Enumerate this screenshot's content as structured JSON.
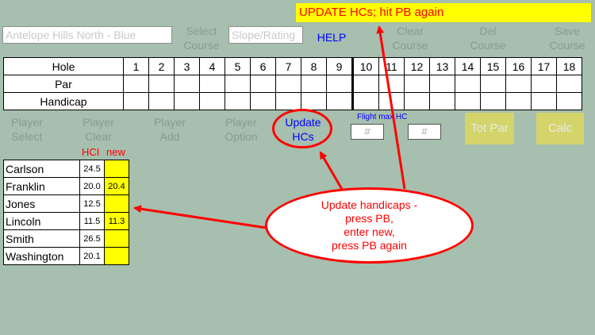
{
  "banner": "UPDATE HCs; hit PB again",
  "course_input": "Antelope Hills North - Blue",
  "select_course": [
    "Select",
    "Course"
  ],
  "slope_placeholder": "Slope/Rating",
  "help": "HELP",
  "clear_course": [
    "Clear",
    "Course"
  ],
  "del_course": [
    "Del",
    "Course"
  ],
  "save_course": [
    "Save",
    "Course"
  ],
  "holes": {
    "row_labels": [
      "Hole",
      "Par",
      "Handicap"
    ],
    "numbers": [
      "1",
      "2",
      "3",
      "4",
      "5",
      "6",
      "7",
      "8",
      "9",
      "10",
      "11",
      "12",
      "13",
      "14",
      "15",
      "16",
      "17",
      "18"
    ]
  },
  "player_buttons": {
    "select": [
      "Player",
      "Select"
    ],
    "clear": [
      "Player",
      "Clear"
    ],
    "add": [
      "Player",
      "Add"
    ],
    "option": [
      "Player",
      "Option"
    ]
  },
  "update_hcs": [
    "Update",
    "HCs"
  ],
  "flight_max_hc": "Flight max HC",
  "hash1": "#",
  "hash2": "#",
  "tot_par": "Tot Par",
  "calc": "Calc",
  "hci_label": "HCI",
  "new_label": "new",
  "players": [
    {
      "name": "Carlson",
      "hci": "24.5",
      "new": ""
    },
    {
      "name": "Franklin",
      "hci": "20.0",
      "new": "20.4"
    },
    {
      "name": "Jones",
      "hci": "12.5",
      "new": ""
    },
    {
      "name": "Lincoln",
      "hci": "11.5",
      "new": "11.3"
    },
    {
      "name": "Smith",
      "hci": "26.5",
      "new": ""
    },
    {
      "name": "Washington",
      "hci": "20.1",
      "new": ""
    }
  ],
  "callout": [
    "Update handicaps -",
    "press PB,",
    "enter new,",
    "press PB again"
  ],
  "colors": {
    "background": "#a6bfae",
    "banner": "#ffff00",
    "annotation": "#ff0000",
    "button_tan": "#d4d46b"
  }
}
